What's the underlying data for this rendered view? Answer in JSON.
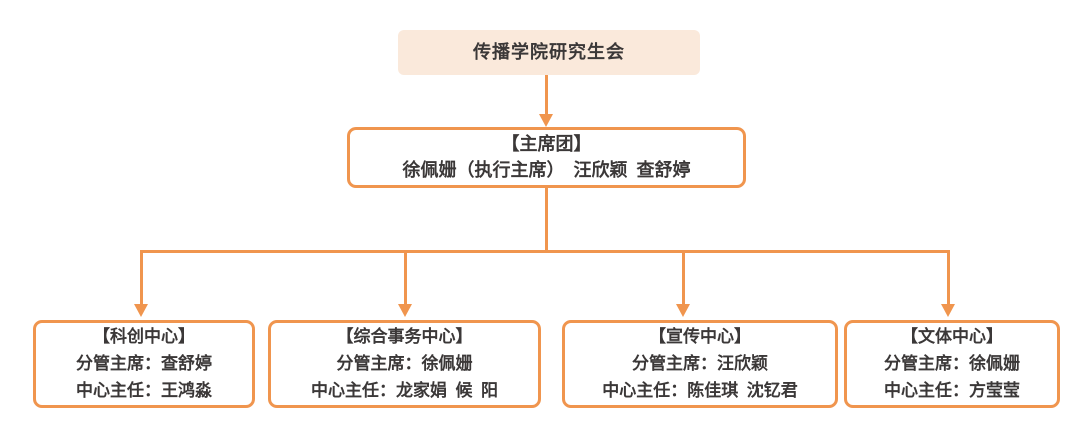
{
  "root": {
    "label": "传播学院研究生会"
  },
  "council": {
    "title": "【主席团】",
    "members": "徐佩姗（执行主席）　汪欣颖 查舒婷"
  },
  "centers": [
    {
      "title": "【科创中心】",
      "chair_line": "分管主席：查舒婷",
      "director_line": "中心主任：王鸿淼"
    },
    {
      "title": "【综合事务中心】",
      "chair_line": "分管主席：徐佩姗",
      "director_line": "中心主任：龙家娟 候 阳"
    },
    {
      "title": "【宣传中心】",
      "chair_line": "分管主席：汪欣颖",
      "director_line": "中心主任：陈佳琪 沈钇君"
    },
    {
      "title": "【文体中心】",
      "chair_line": "分管主席：徐佩姗",
      "director_line": "中心主任：方莹莹"
    }
  ],
  "colors": {
    "accent": "#F0954E",
    "root_fill": "#FAE9DB",
    "text": "#3B3838"
  }
}
